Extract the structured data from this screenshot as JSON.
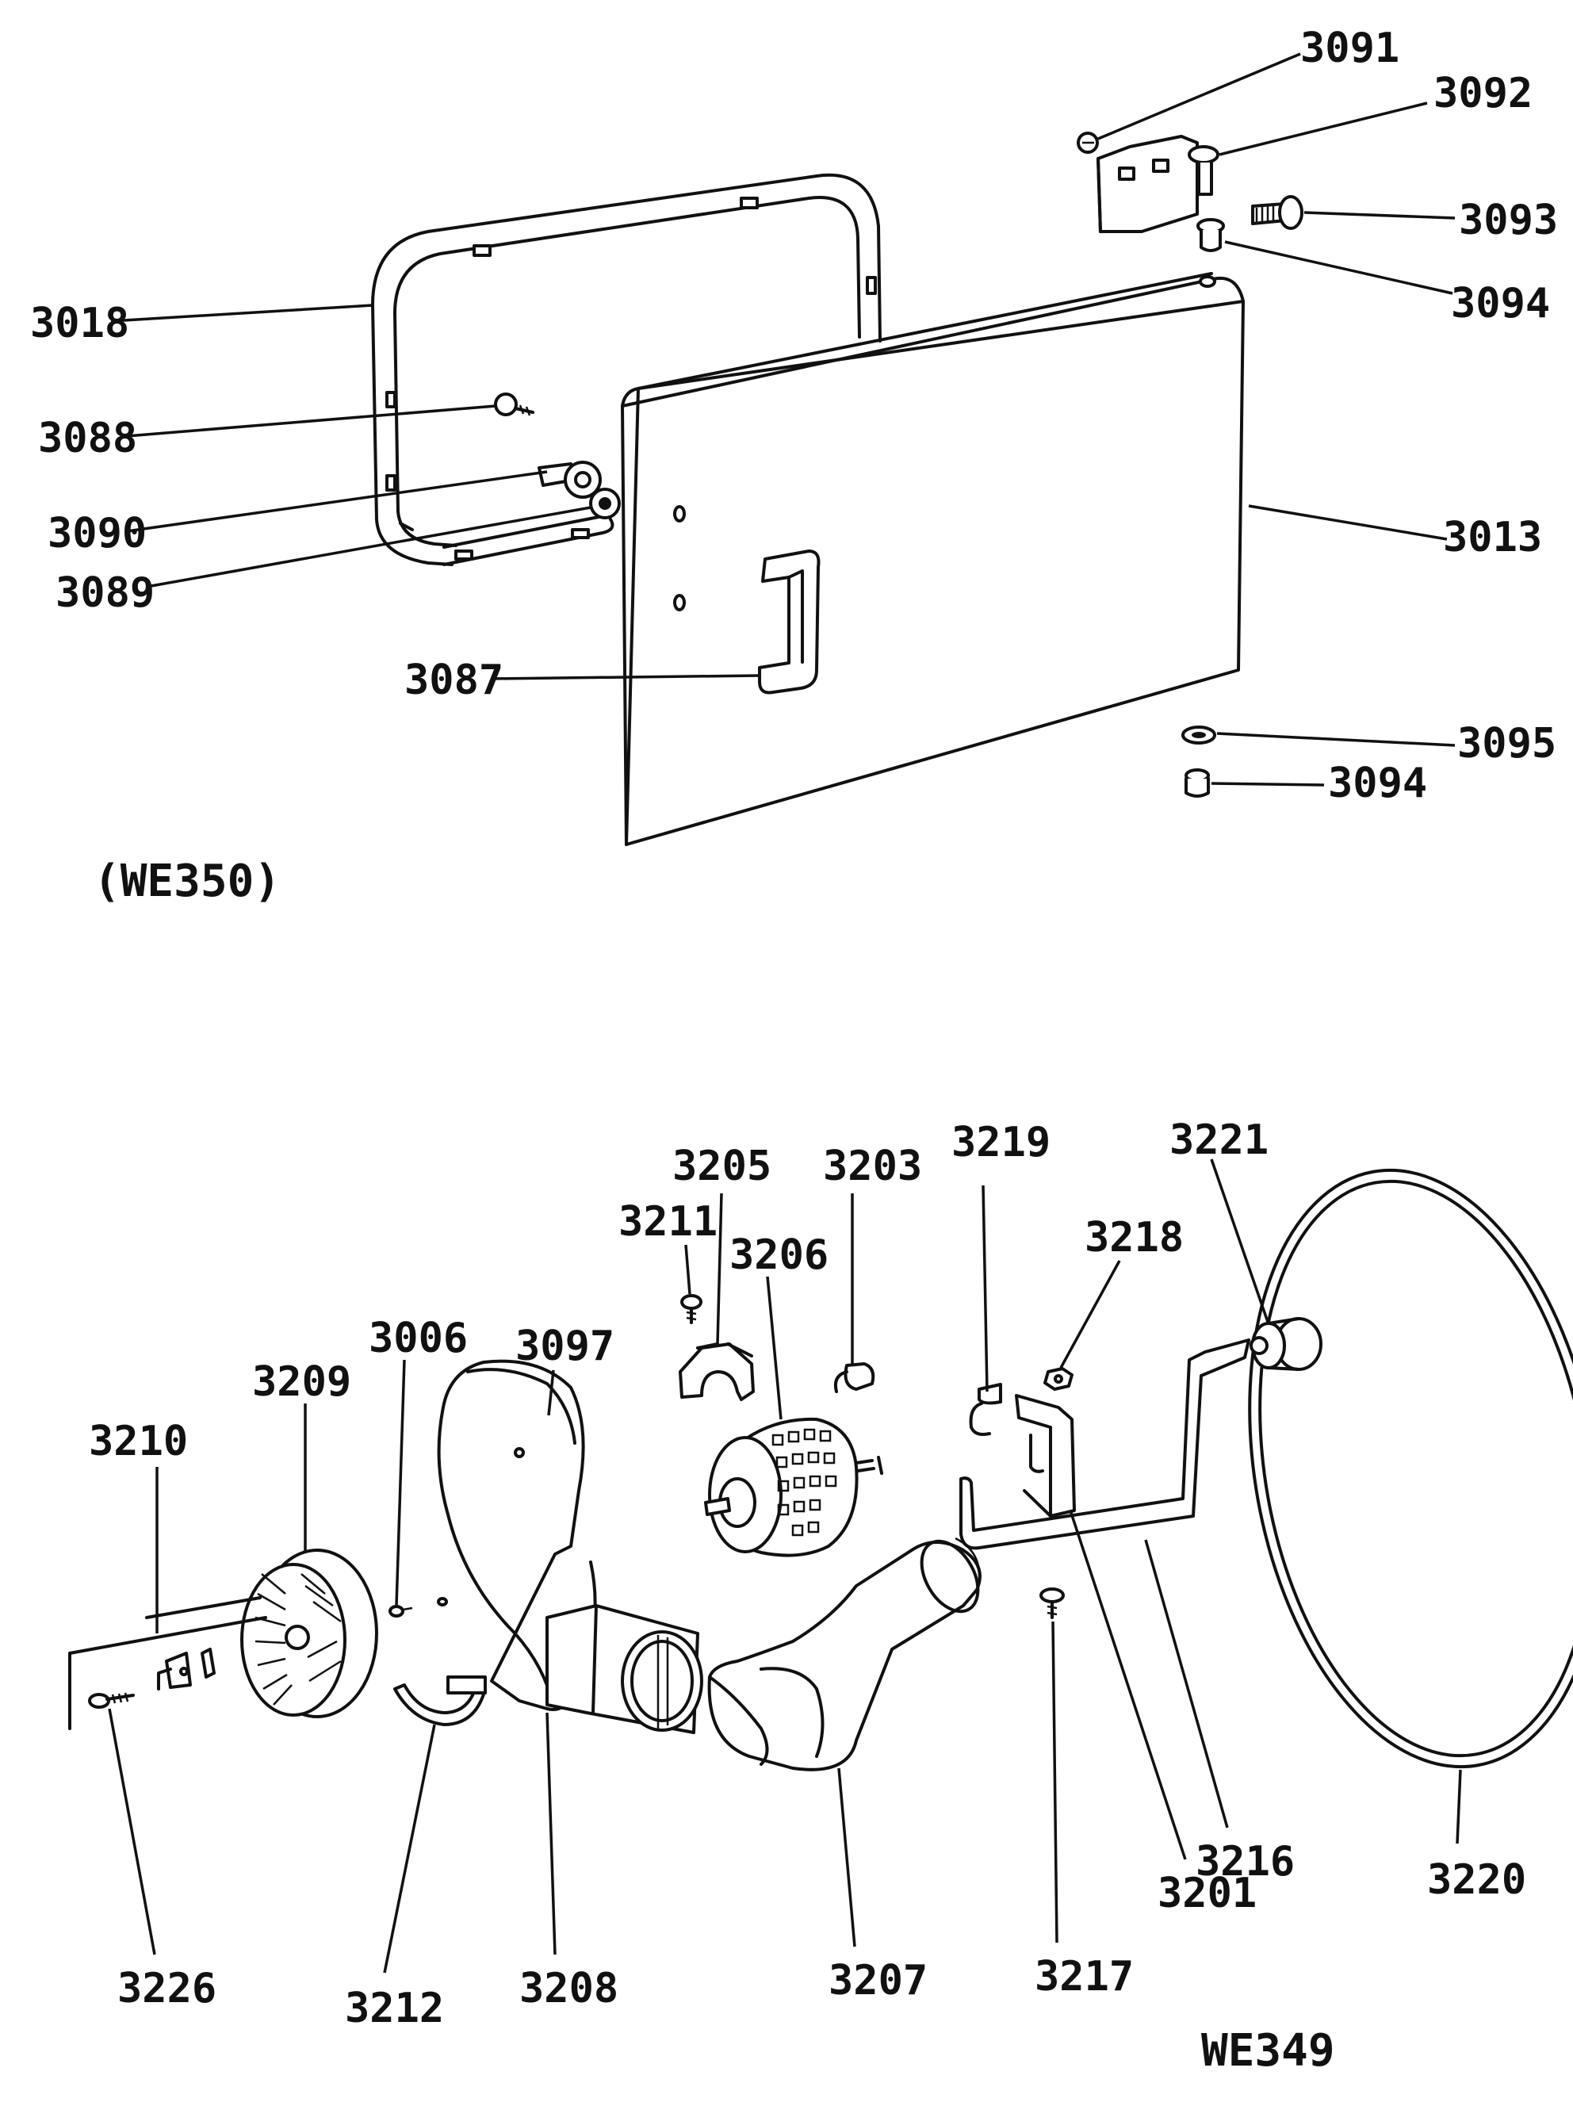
{
  "diagram": {
    "top_assembly": {
      "caption": "(WE350)",
      "callouts": {
        "p3091": "3091",
        "p3092": "3092",
        "p3093": "3093",
        "p3094a": "3094",
        "p3018": "3018",
        "p3088": "3088",
        "p3090": "3090",
        "p3089": "3089",
        "p3013": "3013",
        "p3087": "3087",
        "p3095": "3095",
        "p3094b": "3094"
      }
    },
    "bottom_assembly": {
      "caption": "WE349",
      "callouts": {
        "p3221": "3221",
        "p3219": "3219",
        "p3205": "3205",
        "p3203": "3203",
        "p3211": "3211",
        "p3218": "3218",
        "p3206": "3206",
        "p3006": "3006",
        "p3097": "3097",
        "p3209": "3209",
        "p3210": "3210",
        "p3216": "3216",
        "p3220": "3220",
        "p3201": "3201",
        "p3226": "3226",
        "p3212": "3212",
        "p3208": "3208",
        "p3207": "3207",
        "p3217": "3217"
      }
    }
  }
}
